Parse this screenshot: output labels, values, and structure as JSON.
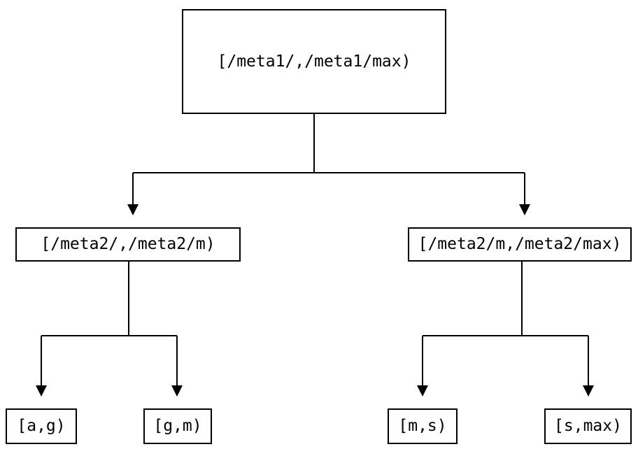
{
  "diagram": {
    "type": "tree",
    "background_color": "#ffffff",
    "line_color": "#000000",
    "text_color": "#000000",
    "nodes": {
      "root": {
        "id": "root",
        "label": "[/meta1/,/meta1/max)"
      },
      "mid_left": {
        "id": "mid_left",
        "label": "[/meta2/,/meta2/m)"
      },
      "mid_right": {
        "id": "mid_right",
        "label": "[/meta2/m,/meta2/max)"
      },
      "leaf_ag": {
        "id": "leaf_ag",
        "label": "[a,g)"
      },
      "leaf_gm": {
        "id": "leaf_gm",
        "label": "[g,m)"
      },
      "leaf_ms": {
        "id": "leaf_ms",
        "label": "[m,s)"
      },
      "leaf_smax": {
        "id": "leaf_smax",
        "label": "[s,max)"
      }
    },
    "edges": [
      {
        "from": "root",
        "to": "mid_left"
      },
      {
        "from": "root",
        "to": "mid_right"
      },
      {
        "from": "mid_left",
        "to": "leaf_ag"
      },
      {
        "from": "mid_left",
        "to": "leaf_gm"
      },
      {
        "from": "mid_right",
        "to": "leaf_ms"
      },
      {
        "from": "mid_right",
        "to": "leaf_smax"
      }
    ]
  }
}
